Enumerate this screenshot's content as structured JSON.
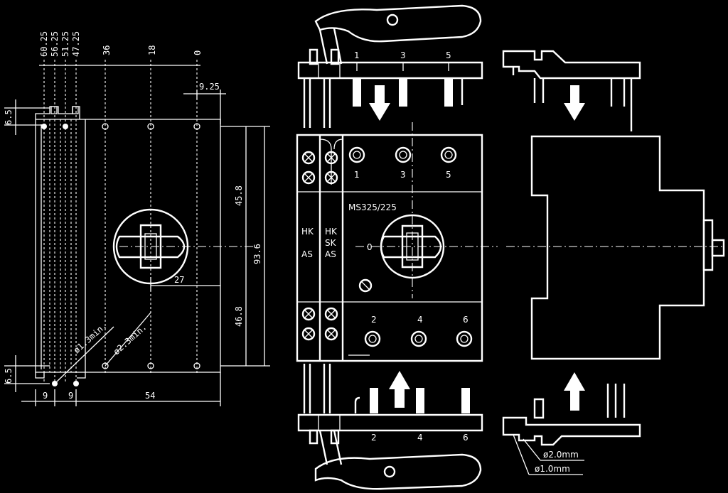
{
  "left_view": {
    "top_dims": [
      "60.25",
      "56.25",
      "51.25",
      "47.25",
      "36",
      "18",
      "0"
    ],
    "dim_9_25": "9.25",
    "dim_6_5_top": "6.5",
    "dim_6_5_bottom": "6.5",
    "dim_45_8_upper": "45.8",
    "dim_93_6": "93.6",
    "dim_45_8_lower": "46.8",
    "dim_27": "27",
    "dim_9_a": "9",
    "dim_9_b": "9",
    "dim_54": "54",
    "hole_small": "ø1.3min.",
    "hole_large": "ø2.3min."
  },
  "center_view": {
    "top_terminals": [
      "1",
      "3",
      "5"
    ],
    "face_top_numbers": [
      "1",
      "3",
      "5"
    ],
    "model": "MS325/225",
    "col1": [
      "HK",
      "AS"
    ],
    "col2": [
      "HK",
      "SK",
      "AS"
    ],
    "zero_label": "0",
    "face_bottom_numbers": [
      "2",
      "4",
      "6"
    ],
    "bottom_terminals": [
      "2",
      "4",
      "6"
    ]
  },
  "right_view": {
    "d2": "ø2.0mm",
    "d1": "ø1.0mm"
  }
}
